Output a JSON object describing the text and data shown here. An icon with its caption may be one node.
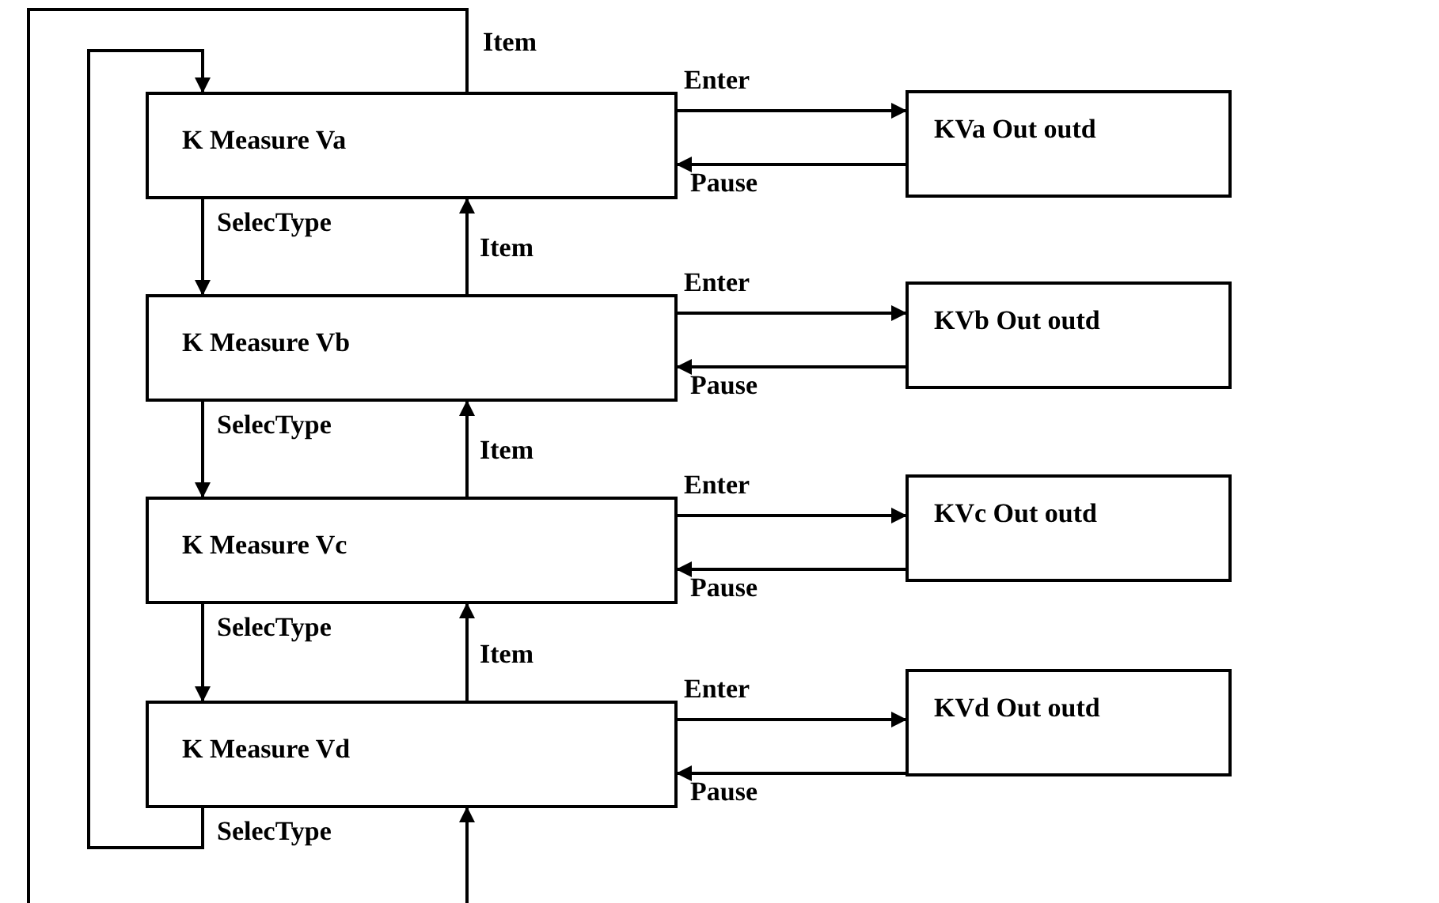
{
  "diagram": {
    "nodes": [
      {
        "text": [
          "K Measure Va"
        ]
      },
      {
        "text": [
          "KVa Out outd"
        ]
      },
      {
        "text": [
          "K Measure Vb"
        ]
      },
      {
        "text": [
          "KVb Out outd"
        ]
      },
      {
        "text": [
          "K Measure Vc"
        ]
      },
      {
        "text": [
          "KVc Out outd"
        ]
      },
      {
        "text": [
          "K Measure Vd"
        ]
      },
      {
        "text": [
          "KVd Out outd"
        ]
      }
    ],
    "edges": [
      {
        "from": 0,
        "to": 1,
        "arrow": "to",
        "label": "Enter"
      },
      {
        "from": 1,
        "to": 0,
        "arrow": "to",
        "label": "Pause"
      },
      {
        "from": 2,
        "to": 3,
        "arrow": "to",
        "label": "Enter"
      },
      {
        "from": 3,
        "to": 2,
        "arrow": "to",
        "label": "Pause"
      },
      {
        "from": 4,
        "to": 5,
        "arrow": "to",
        "label": "Enter"
      },
      {
        "from": 5,
        "to": 4,
        "arrow": "to",
        "label": "Pause"
      },
      {
        "from": 6,
        "to": 7,
        "arrow": "to",
        "label": "Enter"
      },
      {
        "from": 7,
        "to": 6,
        "arrow": "to",
        "label": "Pause"
      },
      {
        "from": 0,
        "to": 2,
        "arrow": "to",
        "label": "SelecType"
      },
      {
        "from": 2,
        "to": 4,
        "arrow": "to",
        "label": "SelecType"
      },
      {
        "from": 4,
        "to": 6,
        "arrow": "to",
        "label": "SelecType"
      },
      {
        "from": 6,
        "to": 0,
        "arrow": "to",
        "label": "SelecType"
      },
      {
        "from": 2,
        "to": 0,
        "arrow": "to",
        "label": "Item"
      },
      {
        "from": 4,
        "to": 2,
        "arrow": "to",
        "label": "Item"
      },
      {
        "from": 6,
        "to": 4,
        "arrow": "to",
        "label": "Item"
      },
      {
        "from": 0,
        "to": null,
        "arrow": "none",
        "label": "Item"
      },
      {
        "from": null,
        "to": 6,
        "arrow": "to"
      }
    ]
  }
}
